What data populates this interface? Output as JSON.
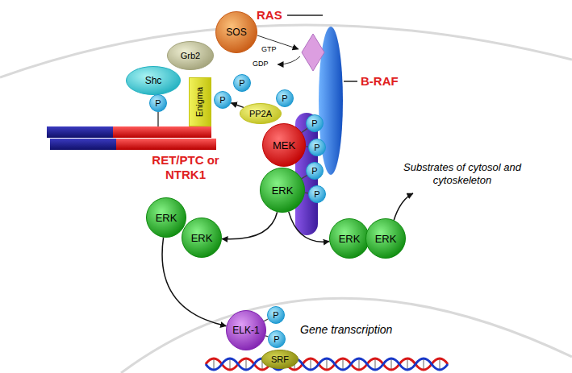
{
  "diagram": {
    "nodes": [
      {
        "text": [
          "SOS"
        ]
      },
      {
        "text": [
          "Grb2"
        ]
      },
      {
        "text": [
          "Shc"
        ]
      },
      {
        "text": [
          "Enigma"
        ]
      },
      {
        "text": [
          "P"
        ]
      },
      {
        "text": [
          "P"
        ]
      },
      {
        "text": [
          "P"
        ]
      },
      {
        "text": [
          "PP2A"
        ]
      },
      {
        "text": [
          "P"
        ]
      },
      {
        "text": [
          "MEK"
        ]
      },
      {
        "text": [
          "P"
        ]
      },
      {
        "text": [
          "P"
        ]
      },
      {
        "text": [
          "ERK"
        ]
      },
      {
        "text": [
          "P"
        ]
      },
      {
        "text": [
          "P"
        ]
      },
      {
        "text": [
          "ERK"
        ]
      },
      {
        "text": [
          "ERK"
        ]
      },
      {
        "text": [
          "ERK"
        ]
      },
      {
        "text": [
          "ERK"
        ]
      },
      {
        "text": [
          "ELK-1"
        ]
      },
      {
        "text": [
          "P"
        ]
      },
      {
        "text": [
          "P"
        ]
      },
      {
        "text": [
          "SRF"
        ]
      }
    ],
    "edges": [
      {
        "from": 7,
        "to": 6,
        "arrow": "to"
      },
      {
        "from": 9,
        "to": 10,
        "arrow": "none"
      },
      {
        "from": 9,
        "to": 11,
        "arrow": "none"
      },
      {
        "from": 12,
        "to": 13,
        "arrow": "none"
      },
      {
        "from": 12,
        "to": 14,
        "arrow": "none"
      },
      {
        "from": 12,
        "to": 16,
        "arrow": "to"
      },
      {
        "from": 12,
        "to": 17,
        "arrow": "to"
      },
      {
        "from": 15,
        "to": 19,
        "arrow": "to"
      },
      {
        "from": 19,
        "to": 20,
        "arrow": "none"
      },
      {
        "from": 19,
        "to": 21,
        "arrow": "none"
      }
    ],
    "labels": [
      "RAS",
      "GTP",
      "GDP",
      "B-RAF",
      "RET/PTC or NTRK1",
      "Substrates of cytosol and cytoskeleton",
      "Gene transcription"
    ]
  }
}
